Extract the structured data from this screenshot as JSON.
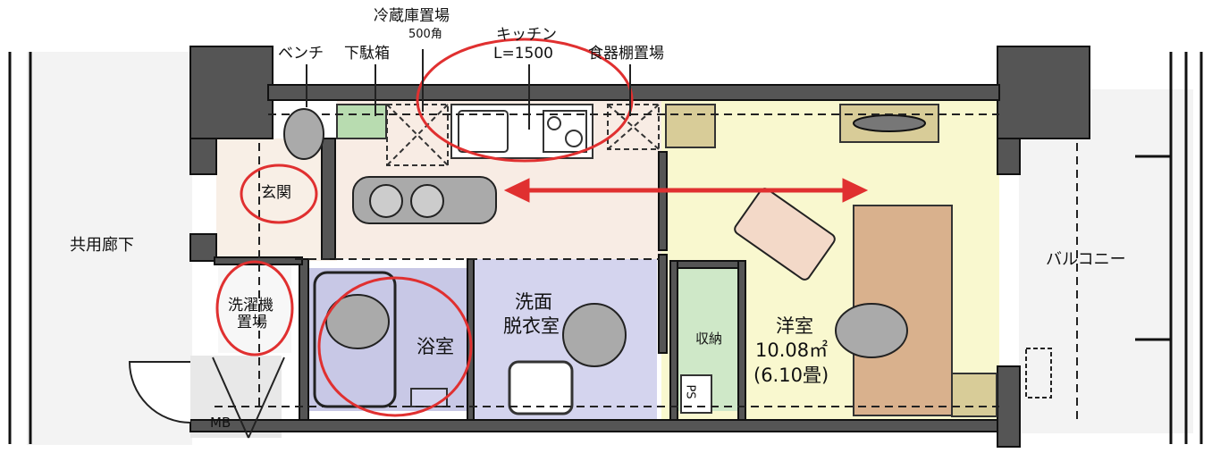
{
  "labels": {
    "corridor": "共用廊下",
    "balcony": "バルコニー",
    "fridge": "冷蔵庫置場",
    "fridge_size": "500角",
    "kitchen": "キッチン",
    "kitchen_size": "L=1500",
    "bench": "ベンチ",
    "shoe_box": "下駄箱",
    "dish_shelf": "食器棚置場",
    "entrance": "玄関",
    "washer_1": "洗濯機",
    "washer_2": "置場",
    "bathroom": "浴室",
    "washroom_1": "洗面",
    "washroom_2": "脱衣室",
    "storage": "収納",
    "western_room": "洋室",
    "area_sqm": "10.08㎡",
    "area_tatami": "(6.10畳)",
    "ps": "PS",
    "mb": "MB"
  },
  "colors": {
    "entrance_floor": "#f8efe6",
    "kitchen_floor": "#f8ece4",
    "bath_floor": "#c8c8e6",
    "washroom_floor": "#d4d4ee",
    "western_floor": "#f9f8cf",
    "storage_floor": "#cfe8c8",
    "bed": "#d9b18d",
    "shoe_box": "#b8dcb0",
    "wall": "#555555",
    "highlight": "#e03030"
  }
}
